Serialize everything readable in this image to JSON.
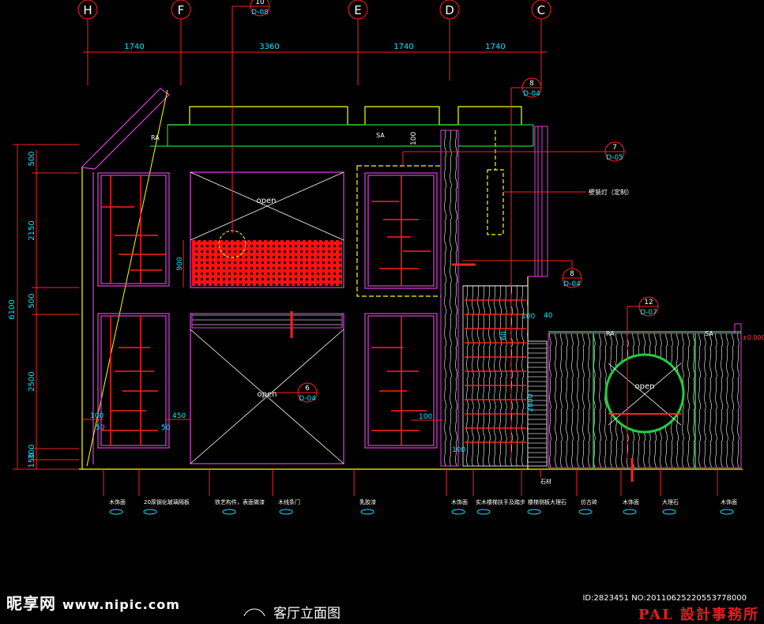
{
  "grid_labels": [
    "H",
    "F",
    "E",
    "D",
    "C"
  ],
  "top_dimensions": [
    "1740",
    "3360",
    "1740",
    "1740"
  ],
  "left_total": "6100",
  "left_dimensions": [
    "500",
    "2150",
    "500",
    "2500",
    "150",
    "300"
  ],
  "inner_dimensions": [
    "900",
    "100",
    "50",
    "450",
    "50",
    "100",
    "100",
    "60",
    "2800",
    "100",
    "40"
  ],
  "section_marks": [
    {
      "num": "10",
      "ref": "D-08"
    },
    {
      "num": "8",
      "ref": "D-04"
    },
    {
      "num": "7",
      "ref": "D-05"
    },
    {
      "num": "8",
      "ref": "D-04"
    },
    {
      "num": "6",
      "ref": "D-04"
    },
    {
      "num": "12",
      "ref": "D-07"
    }
  ],
  "open_labels": [
    "open",
    "open",
    "open"
  ],
  "small_labels": [
    "RA",
    "SA",
    "RA",
    "SA",
    "±0.000"
  ],
  "lamp_note": "壁装灯（定制）",
  "bottom_notes": [
    "木饰面",
    "20厚钢化玻璃隔板",
    "铁艺构件，表面做漆",
    "木线条门",
    "乳胶漆",
    "木饰面",
    "实木楼梯扶手及踏步",
    "石材",
    "楼梯侧板大理石",
    "仿古砖",
    "木饰面",
    "大理石",
    "木饰面"
  ],
  "watermark": {
    "logo": "昵享网",
    "url": "www.nipic.com"
  },
  "image_id": "ID:2823451 NO:20110625220553778000",
  "brand": "PAL 設計事務所",
  "drawing_title": "客厅立面图",
  "colors": {
    "grid": "#ff2020",
    "wall": "#ffff00",
    "frame": "#e040e0",
    "fill": "#ff1010",
    "text": "#00e5ff",
    "green": "#20d040",
    "white": "#ffffff"
  }
}
